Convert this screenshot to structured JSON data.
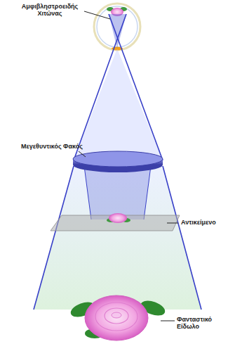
{
  "diagram": {
    "labels": [
      "Αμφιβληστροειδής Χιτώνας",
      "Μεγεθυντικός Φακός",
      "Αντικείμενο",
      "Φανταστικό Είδωλο"
    ]
  }
}
